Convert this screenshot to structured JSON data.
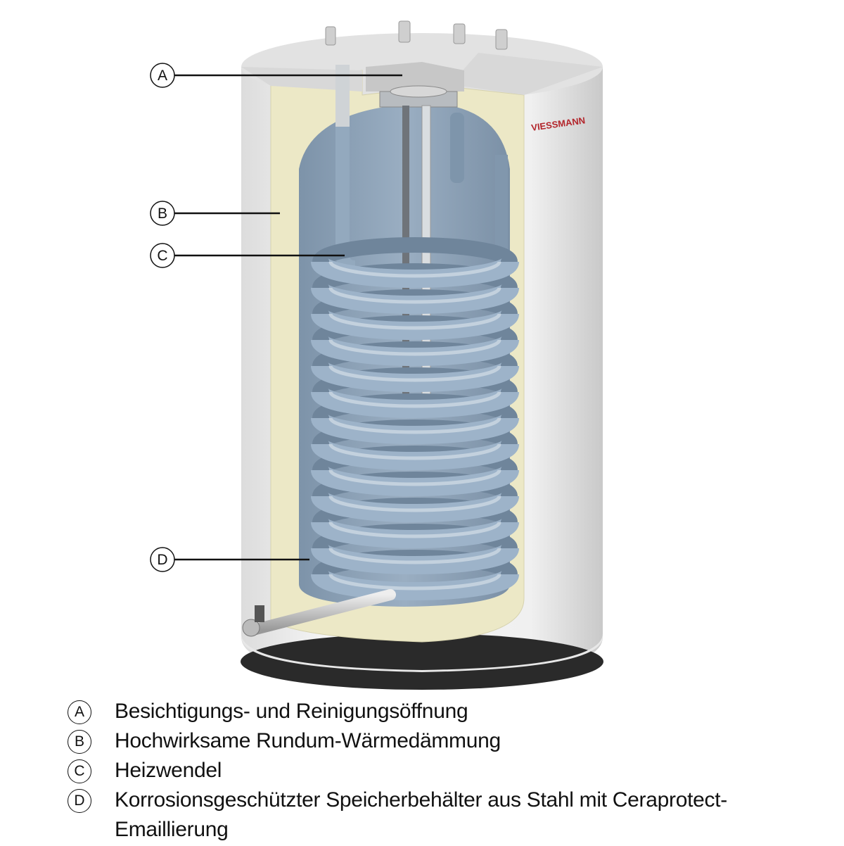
{
  "diagram": {
    "brand_logo": "VIESSMANN",
    "callouts": [
      {
        "letter": "A"
      },
      {
        "letter": "B"
      },
      {
        "letter": "C"
      },
      {
        "letter": "D"
      }
    ],
    "colors": {
      "casing": "#f1f1f1",
      "insulation": "#ece8c6",
      "tank": "#8ea3b8",
      "coil": "#9db3c9",
      "logo": "#b3262c"
    }
  },
  "legend": [
    {
      "letter": "A",
      "text": "Besichtigungs- und Reinigungsöffnung"
    },
    {
      "letter": "B",
      "text": "Hochwirksame Rundum-Wärmedämmung"
    },
    {
      "letter": "C",
      "text": "Heizwendel"
    },
    {
      "letter": "D",
      "text": "Korrosionsgeschützter Speicherbehälter aus Stahl mit Ceraprotect-Emaillierung"
    }
  ]
}
